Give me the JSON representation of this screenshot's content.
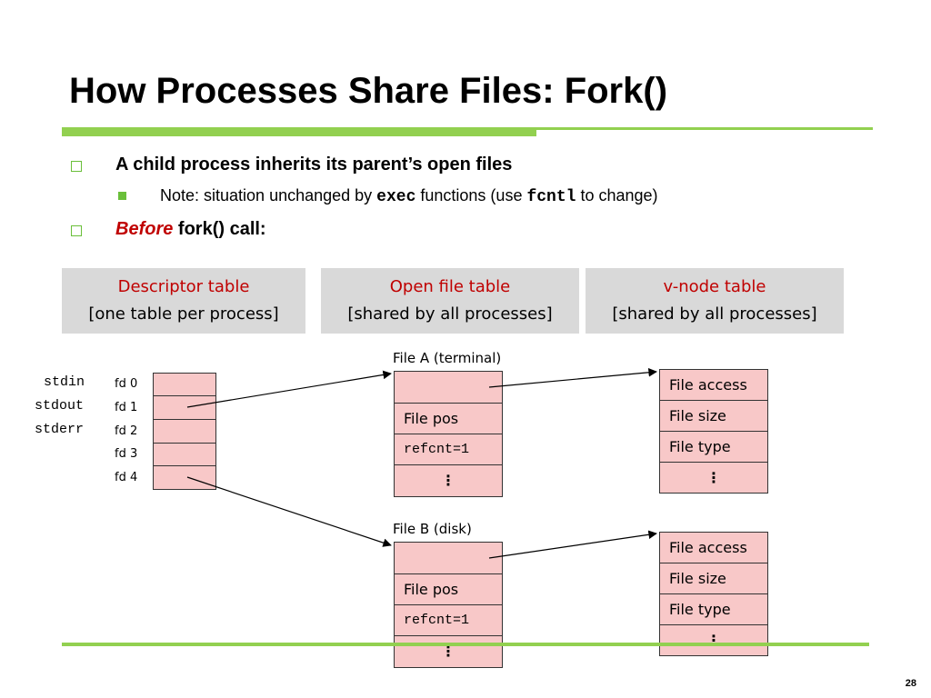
{
  "slide": {
    "title": "How Processes Share Files: Fork()",
    "page_number": "28"
  },
  "bullets": {
    "b1": "A child process inherits its parent’s open files",
    "sub1_a": "Note: situation unchanged by ",
    "sub1_exec": "exec",
    "sub1_b": " functions (use ",
    "sub1_fcntl": "fcntl",
    "sub1_c": " to change)",
    "b2_italic": "Before",
    "b2_rest": " fork() call:"
  },
  "headers": {
    "descriptor_title": "Descriptor table",
    "descriptor_sub": "[one table per process]",
    "openfile_title": "Open file table",
    "openfile_sub": "[shared by all processes]",
    "vnode_title": "v-node table",
    "vnode_sub": "[shared by all processes]"
  },
  "descriptor": {
    "std_labels": [
      "stdin",
      "stdout",
      "stderr"
    ],
    "fd_labels": [
      "fd 0",
      "fd 1",
      "fd 2",
      "fd 3",
      "fd 4"
    ]
  },
  "open_files": [
    {
      "label": "File A (terminal)",
      "pos": "File pos",
      "refcnt": "refcnt=1",
      "dots": "⋮"
    },
    {
      "label": "File B (disk)",
      "pos": "File pos",
      "refcnt": "refcnt=1",
      "dots": "⋮"
    }
  ],
  "vnodes": [
    {
      "access": "File access",
      "size": "File size",
      "type": "File type",
      "dots": "⋮"
    },
    {
      "access": "File access",
      "size": "File size",
      "type": "File type",
      "dots": "⋮"
    }
  ],
  "colors": {
    "accent_green": "#92d050",
    "header_gray": "#d9d9d9",
    "header_red": "#c00000",
    "cell_pink": "#f8c8c8"
  }
}
